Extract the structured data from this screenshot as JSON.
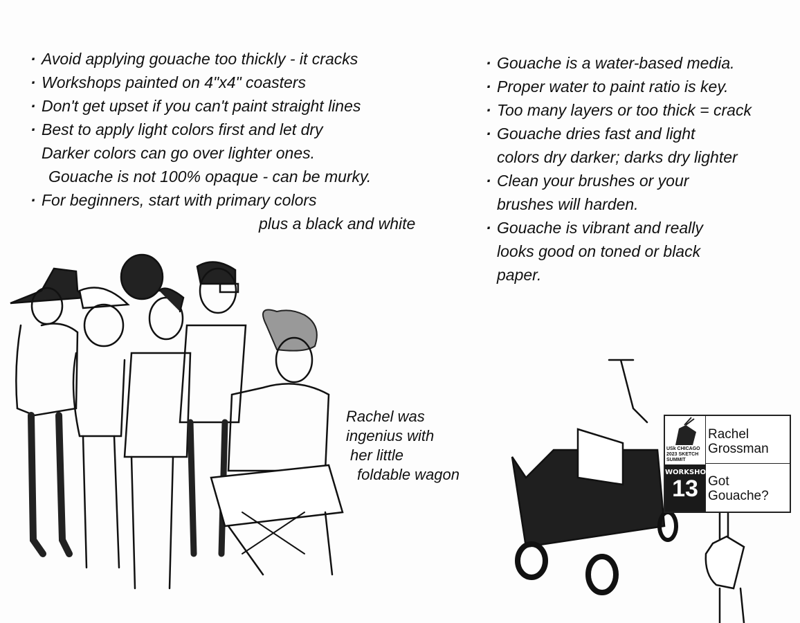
{
  "left_notes": [
    {
      "text": "Avoid applying gouache too thickly - it cracks",
      "bullet": true
    },
    {
      "text": "Workshops painted on 4\"x4\" coasters",
      "bullet": true
    },
    {
      "text": "Don't get upset if you can't paint straight lines",
      "bullet": true
    },
    {
      "text": "Best to apply light colors first and let dry",
      "bullet": true
    },
    {
      "text": "Darker colors can go over lighter ones.",
      "bullet": false
    },
    {
      "text": "Gouache is not 100% opaque - can be murky.",
      "bullet": false
    },
    {
      "text": "For beginners, start with primary colors",
      "bullet": true
    },
    {
      "text": "plus a black and white",
      "bullet": false
    }
  ],
  "right_notes": [
    {
      "text": "Gouache is a water-based media.",
      "bullet": true
    },
    {
      "text": "Proper water to paint ratio is key.",
      "bullet": true
    },
    {
      "text": "Too many layers or too thick = crack",
      "bullet": true
    },
    {
      "text": "Gouache dries fast and light",
      "bullet": true
    },
    {
      "text": "colors dry darker; darks dry lighter",
      "bullet": false
    },
    {
      "text": "Clean your brushes or your",
      "bullet": true
    },
    {
      "text": "brushes will harden.",
      "bullet": false
    },
    {
      "text": "Gouache is vibrant and really",
      "bullet": true
    },
    {
      "text": "looks good on toned or black",
      "bullet": false
    },
    {
      "text": "paper.",
      "bullet": false
    }
  ],
  "caption": [
    "Rachel was",
    "ingenius with",
    "her little",
    "foldable wagon"
  ],
  "sign": {
    "logo_text": "USk CHICAGO 2023 SKETCH SUMMIT",
    "workshop_label": "WORKSHOP",
    "workshop_number": "13",
    "name_line1": "Rachel",
    "name_line2": "Grossman",
    "title_line1": "Got",
    "title_line2": "Gouache?"
  }
}
